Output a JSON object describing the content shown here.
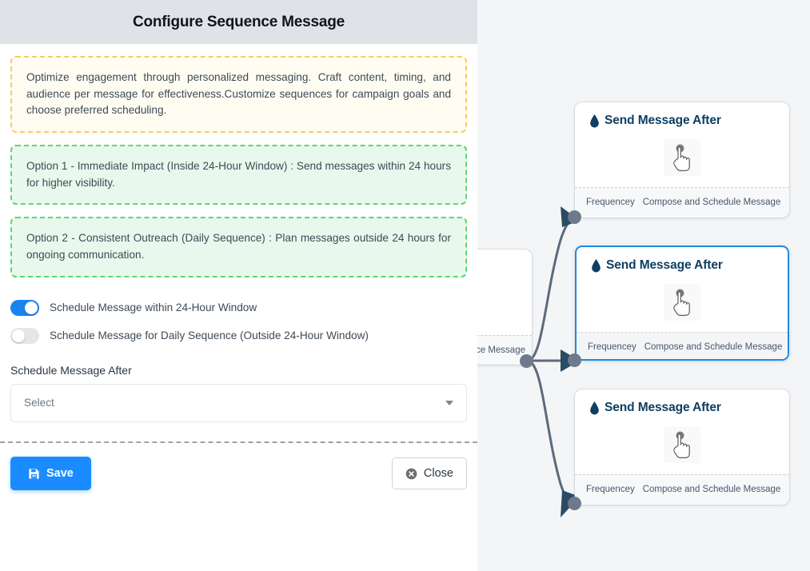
{
  "modal": {
    "title": "Configure Sequence Message",
    "callouts": [
      {
        "kind": "info",
        "text": "Optimize engagement through personalized messaging. Craft content, timing, and audience per message for effectiveness.Customize sequences for campaign goals and choose preferred scheduling."
      },
      {
        "kind": "ok",
        "text": "Option 1 - Immediate Impact (Inside 24-Hour Window) : Send messages within 24 hours for higher visibility."
      },
      {
        "kind": "ok",
        "text": "Option 2 - Consistent Outreach (Daily Sequence) : Plan messages outside 24 hours for ongoing communication."
      }
    ],
    "toggles": [
      {
        "label": "Schedule Message within 24-Hour Window",
        "state": "on"
      },
      {
        "label": "Schedule Message for Daily Sequence (Outside 24-Hour Window)",
        "state": "off"
      }
    ],
    "field": {
      "label": "Schedule Message After",
      "value": "Select",
      "caret": "chevron-down-icon"
    },
    "footer": {
      "save_label": "Save",
      "save_icon": "floppy-disk-icon",
      "close_label": "Close",
      "close_icon": "circle-x-icon"
    },
    "colors": {
      "header_bg": "#dfe2e7",
      "info_bg": "#fffdf2",
      "info_border": "#fcca61",
      "ok_bg": "#e9f8ec",
      "ok_border": "#56d96e",
      "toggle_on": "#1a83f0",
      "save_blue": "#1a8cff"
    }
  },
  "canvas": {
    "background": "#f4f5f7",
    "selected_border": "#1f8ae0",
    "connector_color": "#5c6a7c",
    "partial_node": {
      "truncated_label": "ce Message"
    },
    "nodes": [
      {
        "title": "Send Message After",
        "icon": "water-drop-icon",
        "body_icon": "pointing-hand-icon",
        "foot_left": "Frequencey",
        "foot_right": "Compose and Schedule Message",
        "selected": false
      },
      {
        "title": "Send Message After",
        "icon": "water-drop-icon",
        "body_icon": "pointing-hand-icon",
        "foot_left": "Frequencey",
        "foot_right": "Compose and Schedule Message",
        "selected": true
      },
      {
        "title": "Send Message After",
        "icon": "water-drop-icon",
        "body_icon": "pointing-hand-icon",
        "foot_left": "Frequencey",
        "foot_right": "Compose and Schedule Message",
        "selected": false
      }
    ]
  }
}
